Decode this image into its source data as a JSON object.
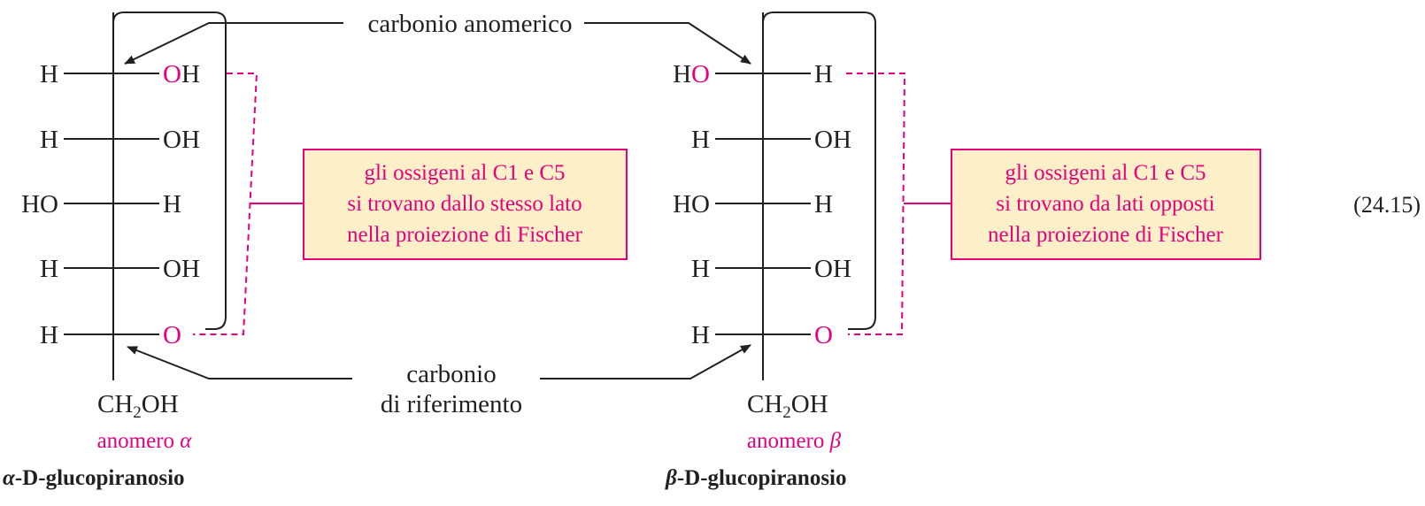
{
  "colors": {
    "text": "#231f20",
    "accent": "#e6007e",
    "box_fill": "#fdf0c8",
    "box_border": "#e6007e"
  },
  "labels": {
    "anomeric_carbon": "carbonio anomerico",
    "reference_carbon_line1": "carbonio",
    "reference_carbon_line2": "di riferimento",
    "equation_number": "(24.15)"
  },
  "alpha": {
    "rows": [
      {
        "left": "H",
        "right_o": "O",
        "right_rest": "H"
      },
      {
        "left": "H",
        "right": "OH"
      },
      {
        "left": "HO",
        "right": "H"
      },
      {
        "left": "H",
        "right": "OH"
      },
      {
        "left": "H",
        "right_o": "O"
      }
    ],
    "bottom": {
      "ch": "CH",
      "sub": "2",
      "oh": "OH"
    },
    "anomer_label": "anomero",
    "anomer_greek": "α",
    "name_greek": "α",
    "name_mid": "-D-",
    "name_rest": "glucopiranosio",
    "box_lines": [
      "gli ossigeni al C1 e C5",
      "si trovano dallo stesso lato",
      "nella proiezione di Fischer"
    ]
  },
  "beta": {
    "rows": [
      {
        "left_h": "H",
        "left_o": "O",
        "right": "H"
      },
      {
        "left": "H",
        "right": "OH"
      },
      {
        "left": "HO",
        "right": "H"
      },
      {
        "left": "H",
        "right": "OH"
      },
      {
        "left": "H",
        "right_o": "O"
      }
    ],
    "bottom": {
      "ch": "CH",
      "sub": "2",
      "oh": "OH"
    },
    "anomer_label": "anomero",
    "anomer_greek": "β",
    "name_greek": "β",
    "name_mid": "-D-",
    "name_rest": "glucopiranosio",
    "box_lines": [
      "gli ossigeni al C1 e C5",
      "si trovano da lati opposti",
      "nella proiezione di Fischer"
    ]
  }
}
